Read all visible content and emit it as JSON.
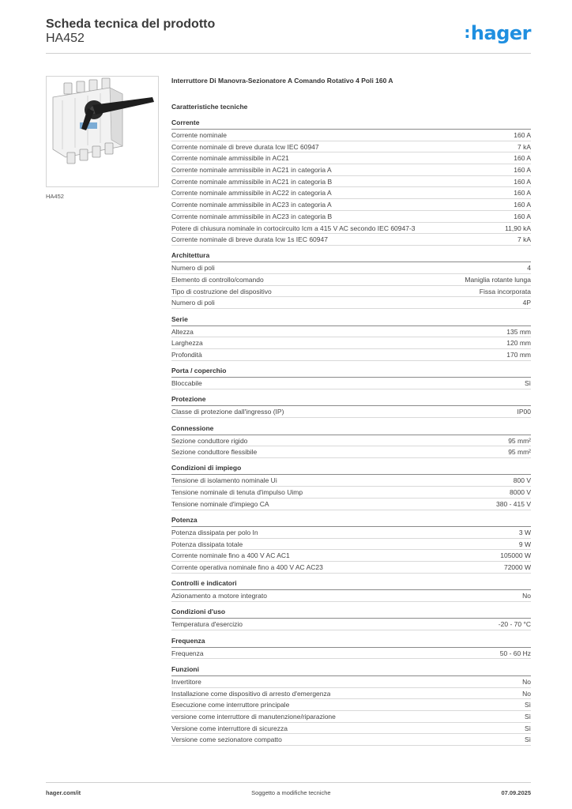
{
  "header": {
    "title": "Scheda tecnica del prodotto",
    "product_code": "HA452",
    "logo_text": "hager",
    "brand_color": "#1f8fe0"
  },
  "image": {
    "caption": "HA452"
  },
  "product": {
    "description": "Interruttore Di Manovra-Sezionatore A Comando Rotativo 4 Poli 160 A",
    "spec_heading": "Caratteristiche tecniche"
  },
  "sections": [
    {
      "title": "Corrente",
      "rows": [
        {
          "label": "Corrente nominale",
          "value": "160 A"
        },
        {
          "label": "Corrente nominale di breve durata Icw IEC 60947",
          "value": "7 kA"
        },
        {
          "label": "Corrente nominale ammissibile in AC21",
          "value": "160 A"
        },
        {
          "label": "Corrente nominale ammissibile in AC21 in categoria A",
          "value": "160 A"
        },
        {
          "label": "Corrente nominale ammissibile in AC21 in categoria B",
          "value": "160 A"
        },
        {
          "label": "Corrente nominale ammissibile in AC22 in categoria A",
          "value": "160 A"
        },
        {
          "label": "Corrente nominale ammissibile in AC23 in categoria A",
          "value": "160 A"
        },
        {
          "label": "Corrente nominale ammissibile in AC23 in categoria B",
          "value": "160 A"
        },
        {
          "label": "Potere di chiusura nominale in cortocircuito Icm a 415 V AC secondo IEC 60947-3",
          "value": "11,90 kA"
        },
        {
          "label": "Corrente nominale di breve durata Icw 1s IEC 60947",
          "value": "7 kA"
        }
      ]
    },
    {
      "title": "Architettura",
      "rows": [
        {
          "label": "Numero di poli",
          "value": "4"
        },
        {
          "label": "Elemento di controllo/comando",
          "value": "Maniglia rotante lunga"
        },
        {
          "label": "Tipo di costruzione del dispositivo",
          "value": "Fissa incorporata"
        },
        {
          "label": "Numero di poli",
          "value": "4P"
        }
      ]
    },
    {
      "title": "Serie",
      "rows": [
        {
          "label": "Altezza",
          "value": "135 mm"
        },
        {
          "label": "Larghezza",
          "value": "120 mm"
        },
        {
          "label": "Profondità",
          "value": "170 mm"
        }
      ]
    },
    {
      "title": "Porta / coperchio",
      "rows": [
        {
          "label": "Bloccabile",
          "value": "Sì"
        }
      ]
    },
    {
      "title": "Protezione",
      "rows": [
        {
          "label": "Classe di protezione dall'ingresso (IP)",
          "value": "IP00"
        }
      ]
    },
    {
      "title": "Connessione",
      "rows": [
        {
          "label": "Sezione conduttore rigido",
          "value": "95 mm²"
        },
        {
          "label": "Sezione conduttore flessibile",
          "value": "95 mm²"
        }
      ]
    },
    {
      "title": "Condizioni di impiego",
      "rows": [
        {
          "label": "Tensione di isolamento nominale Ui",
          "value": "800 V"
        },
        {
          "label": "Tensione nominale di tenuta d'impulso Uimp",
          "value": "8000 V"
        },
        {
          "label": "Tensione nominale d'impiego CA",
          "value": "380 - 415 V"
        }
      ]
    },
    {
      "title": "Potenza",
      "rows": [
        {
          "label": "Potenza dissipata per polo In",
          "value": "3 W"
        },
        {
          "label": "Potenza dissipata totale",
          "value": "9 W"
        },
        {
          "label": "Corrente nominale fino a 400 V AC AC1",
          "value": "105000 W"
        },
        {
          "label": "Corrente operativa nominale fino a 400 V AC AC23",
          "value": "72000 W"
        }
      ]
    },
    {
      "title": "Controlli e indicatori",
      "rows": [
        {
          "label": "Azionamento a motore integrato",
          "value": "No"
        }
      ]
    },
    {
      "title": "Condizioni d'uso",
      "rows": [
        {
          "label": "Temperatura d'esercizio",
          "value": "-20 - 70 °C"
        }
      ]
    },
    {
      "title": "Frequenza",
      "rows": [
        {
          "label": "Frequenza",
          "value": "50 - 60 Hz"
        }
      ]
    },
    {
      "title": "Funzioni",
      "rows": [
        {
          "label": "Invertitore",
          "value": "No"
        },
        {
          "label": "Installazione come dispositivo di arresto d'emergenza",
          "value": "No"
        },
        {
          "label": "Esecuzione come interruttore principale",
          "value": "Sì"
        },
        {
          "label": "versione come interruttore di manutenzione/riparazione",
          "value": "Sì"
        },
        {
          "label": "Versione come interruttore di sicurezza",
          "value": "Sì"
        },
        {
          "label": "Versione come sezionatore compatto",
          "value": "Sì"
        }
      ]
    }
  ],
  "footer": {
    "website": "hager.com/it",
    "notice": "Soggetto a modifiche tecniche",
    "date": "07.09.2025"
  }
}
